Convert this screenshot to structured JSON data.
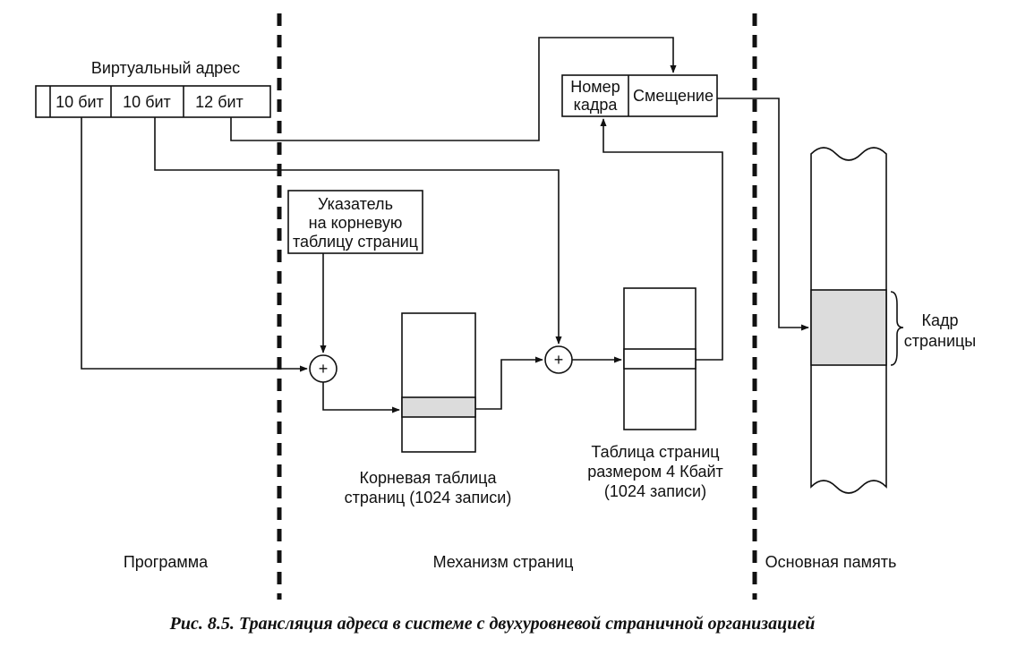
{
  "virtual_address": {
    "title": "Виртуальный адрес",
    "fields": [
      "10 бит",
      "10 бит",
      "12 бит"
    ]
  },
  "physical_address": {
    "frame_number": [
      "Номер",
      "кадра"
    ],
    "offset": "Смещение"
  },
  "root_pointer": [
    "Указатель",
    "на корневую",
    "таблицу страниц"
  ],
  "root_table_caption": [
    "Корневая таблица",
    "страниц (1024 записи)"
  ],
  "page_table_caption": [
    "Таблица страниц",
    "размером 4 Кбайт",
    "(1024 записи)"
  ],
  "frame_label": [
    "Кадр",
    "страницы"
  ],
  "adder_symbol": "+",
  "regions": [
    "Программа",
    "Механизм страниц",
    "Основная память"
  ],
  "caption": "Рис. 8.5. Трансляция адреса в системе с двухуровневой страничной организацией",
  "colors": {
    "ink": "#111111",
    "highlight": "#dcdcdc",
    "background": "#ffffff"
  }
}
